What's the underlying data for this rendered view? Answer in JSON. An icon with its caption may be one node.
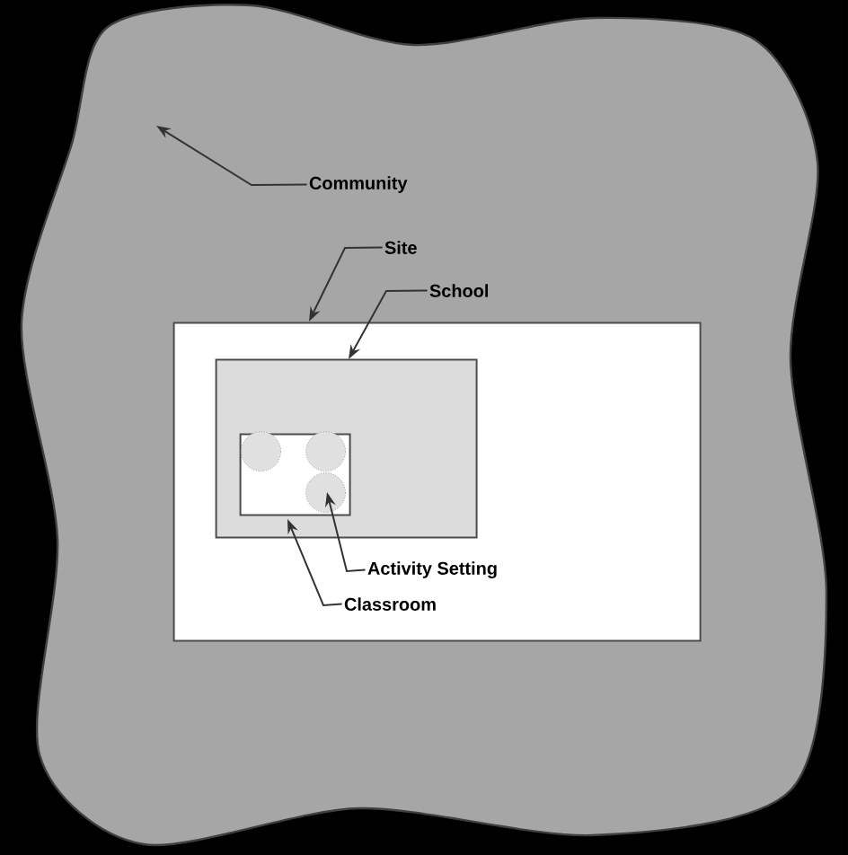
{
  "diagram": {
    "nodes": [
      {
        "text": [],
        "shape": "cloud"
      },
      {
        "text": [],
        "shape": "box",
        "in": 0
      },
      {
        "text": [],
        "shape": "box",
        "in": 1
      },
      {
        "text": [],
        "shape": "box",
        "in": 2
      },
      {
        "text": [],
        "shape": "circle",
        "in": 3
      },
      {
        "text": [],
        "shape": "circle",
        "in": 3
      },
      {
        "text": [],
        "shape": "circle",
        "in": 3
      },
      {
        "text": [
          "Community"
        ],
        "in": 0
      },
      {
        "text": [
          "Site"
        ],
        "in": 0
      },
      {
        "text": [
          "School"
        ],
        "in": 0
      },
      {
        "text": [
          "Activity Setting"
        ],
        "in": 1
      },
      {
        "text": [
          "Classroom"
        ],
        "in": 1
      }
    ],
    "edges": [
      {
        "from": 7,
        "to": 0,
        "arrow": "to"
      },
      {
        "from": 8,
        "to": 1,
        "arrow": "to"
      },
      {
        "from": 9,
        "to": 2,
        "arrow": "to"
      },
      {
        "from": 10,
        "to": 6,
        "arrow": "to"
      },
      {
        "from": 11,
        "to": 3,
        "arrow": "to"
      }
    ]
  }
}
